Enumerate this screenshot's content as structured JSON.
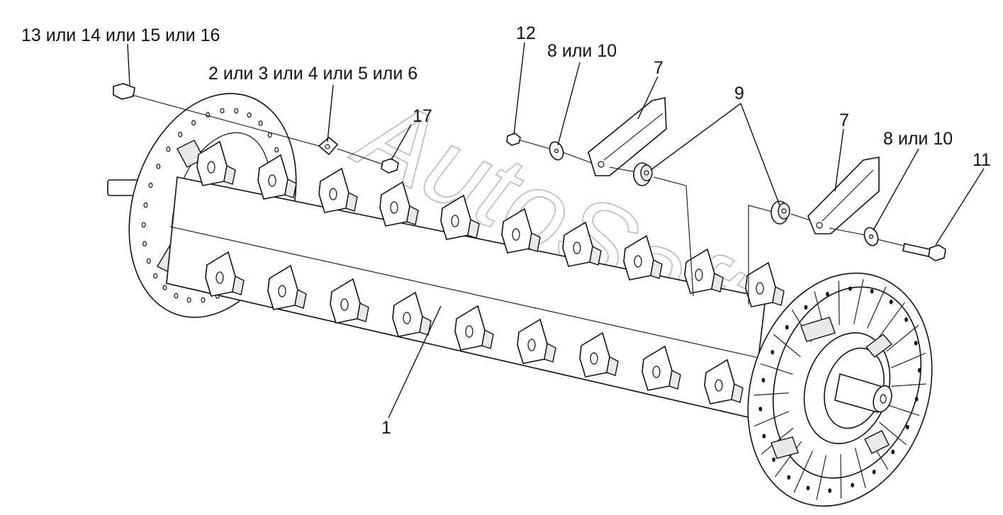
{
  "watermark": "AutoSoft",
  "callouts": {
    "c13": "13 или 14 или 15 или 16",
    "c2": "2 или 3 или 4 или 5 или 6",
    "c17": "17",
    "c12": "12",
    "c8a": "8 или 10",
    "c7a": "7",
    "c9": "9",
    "c7b": "7",
    "c8b": "8 или 10",
    "c11": "11",
    "c1": "1"
  }
}
